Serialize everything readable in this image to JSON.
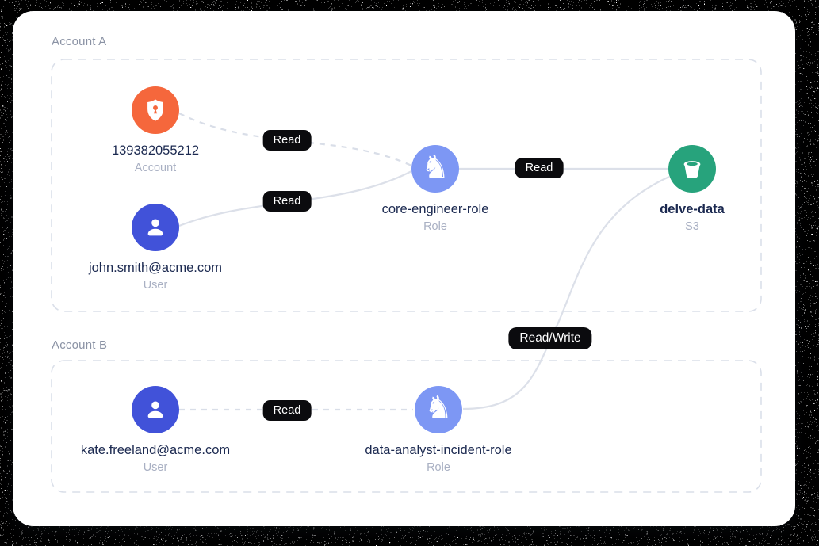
{
  "groups": [
    {
      "label": "Account A"
    },
    {
      "label": "Account B"
    }
  ],
  "nodes": [
    {
      "label": "139382055212",
      "type_label": "Account",
      "icon": "shield-lock-icon",
      "color": "#F5673C"
    },
    {
      "label": "john.smith@acme.com",
      "type_label": "User",
      "icon": "user-icon",
      "color": "#4152D9"
    },
    {
      "label": "core-engineer-role",
      "type_label": "Role",
      "icon": "chess-knight-icon",
      "color": "#7D97F4"
    },
    {
      "label": "delve-data",
      "type_label": "S3",
      "icon": "bucket-icon",
      "color": "#27A37C"
    },
    {
      "label": "kate.freeland@acme.com",
      "type_label": "User",
      "icon": "user-icon",
      "color": "#4152D9"
    },
    {
      "label": "data-analyst-incident-role",
      "type_label": "Role",
      "icon": "chess-knight-icon",
      "color": "#7D97F4"
    }
  ],
  "edges": [
    {
      "from": "139382055212",
      "to": "core-engineer-role",
      "label": "Read",
      "style": "dashed"
    },
    {
      "from": "john.smith@acme.com",
      "to": "core-engineer-role",
      "label": "Read",
      "style": "solid"
    },
    {
      "from": "core-engineer-role",
      "to": "delve-data",
      "label": "Read",
      "style": "solid"
    },
    {
      "from": "kate.freeland@acme.com",
      "to": "data-analyst-incident-role",
      "label": "Read",
      "style": "dashed"
    },
    {
      "from": "data-analyst-incident-role",
      "to": "delve-data",
      "label": "Read/Write",
      "style": "solid"
    }
  ],
  "colors": {
    "edge": "#D9DEE8",
    "group_border": "#DADFE9",
    "group_label": "#8A92A4",
    "node_label": "#1B2950",
    "node_sublabel": "#A9B0C3",
    "badge_bg": "#0B0B0E",
    "badge_text": "#FFFFFF",
    "card_bg": "#FFFFFF"
  }
}
